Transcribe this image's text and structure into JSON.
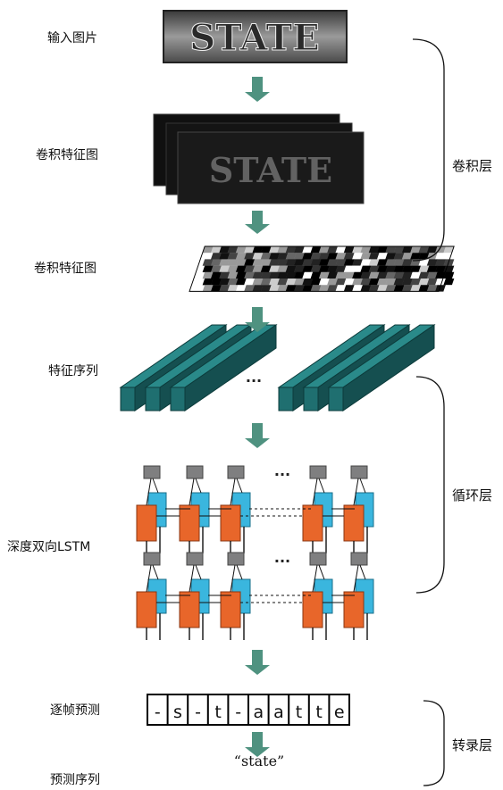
{
  "stages": {
    "input_label": "输入图片",
    "conv_label_1": "卷积特征图",
    "conv_label_2": "卷积特征图",
    "seq_label": "特征序列",
    "lstm_label": "深度双向LSTM",
    "frame_label": "逐帧预测",
    "pred_label": "预测序列"
  },
  "layers": {
    "conv": "卷积层",
    "recurrent": "循环层",
    "transcription": "转录层"
  },
  "input_text": "STATE",
  "conv_text": "STATE",
  "ellipsis": "···",
  "frame_predictions": [
    "-",
    "s",
    "-",
    "t",
    "-",
    "a",
    "a",
    "t",
    "t",
    "e"
  ],
  "result": "“state”",
  "colors": {
    "arrow": "#4f9280",
    "feature_column": "#1f6f70",
    "lstm_orange": "#e8662a",
    "lstm_cyan": "#3ab6de",
    "lstm_gray": "#7f7f80"
  }
}
